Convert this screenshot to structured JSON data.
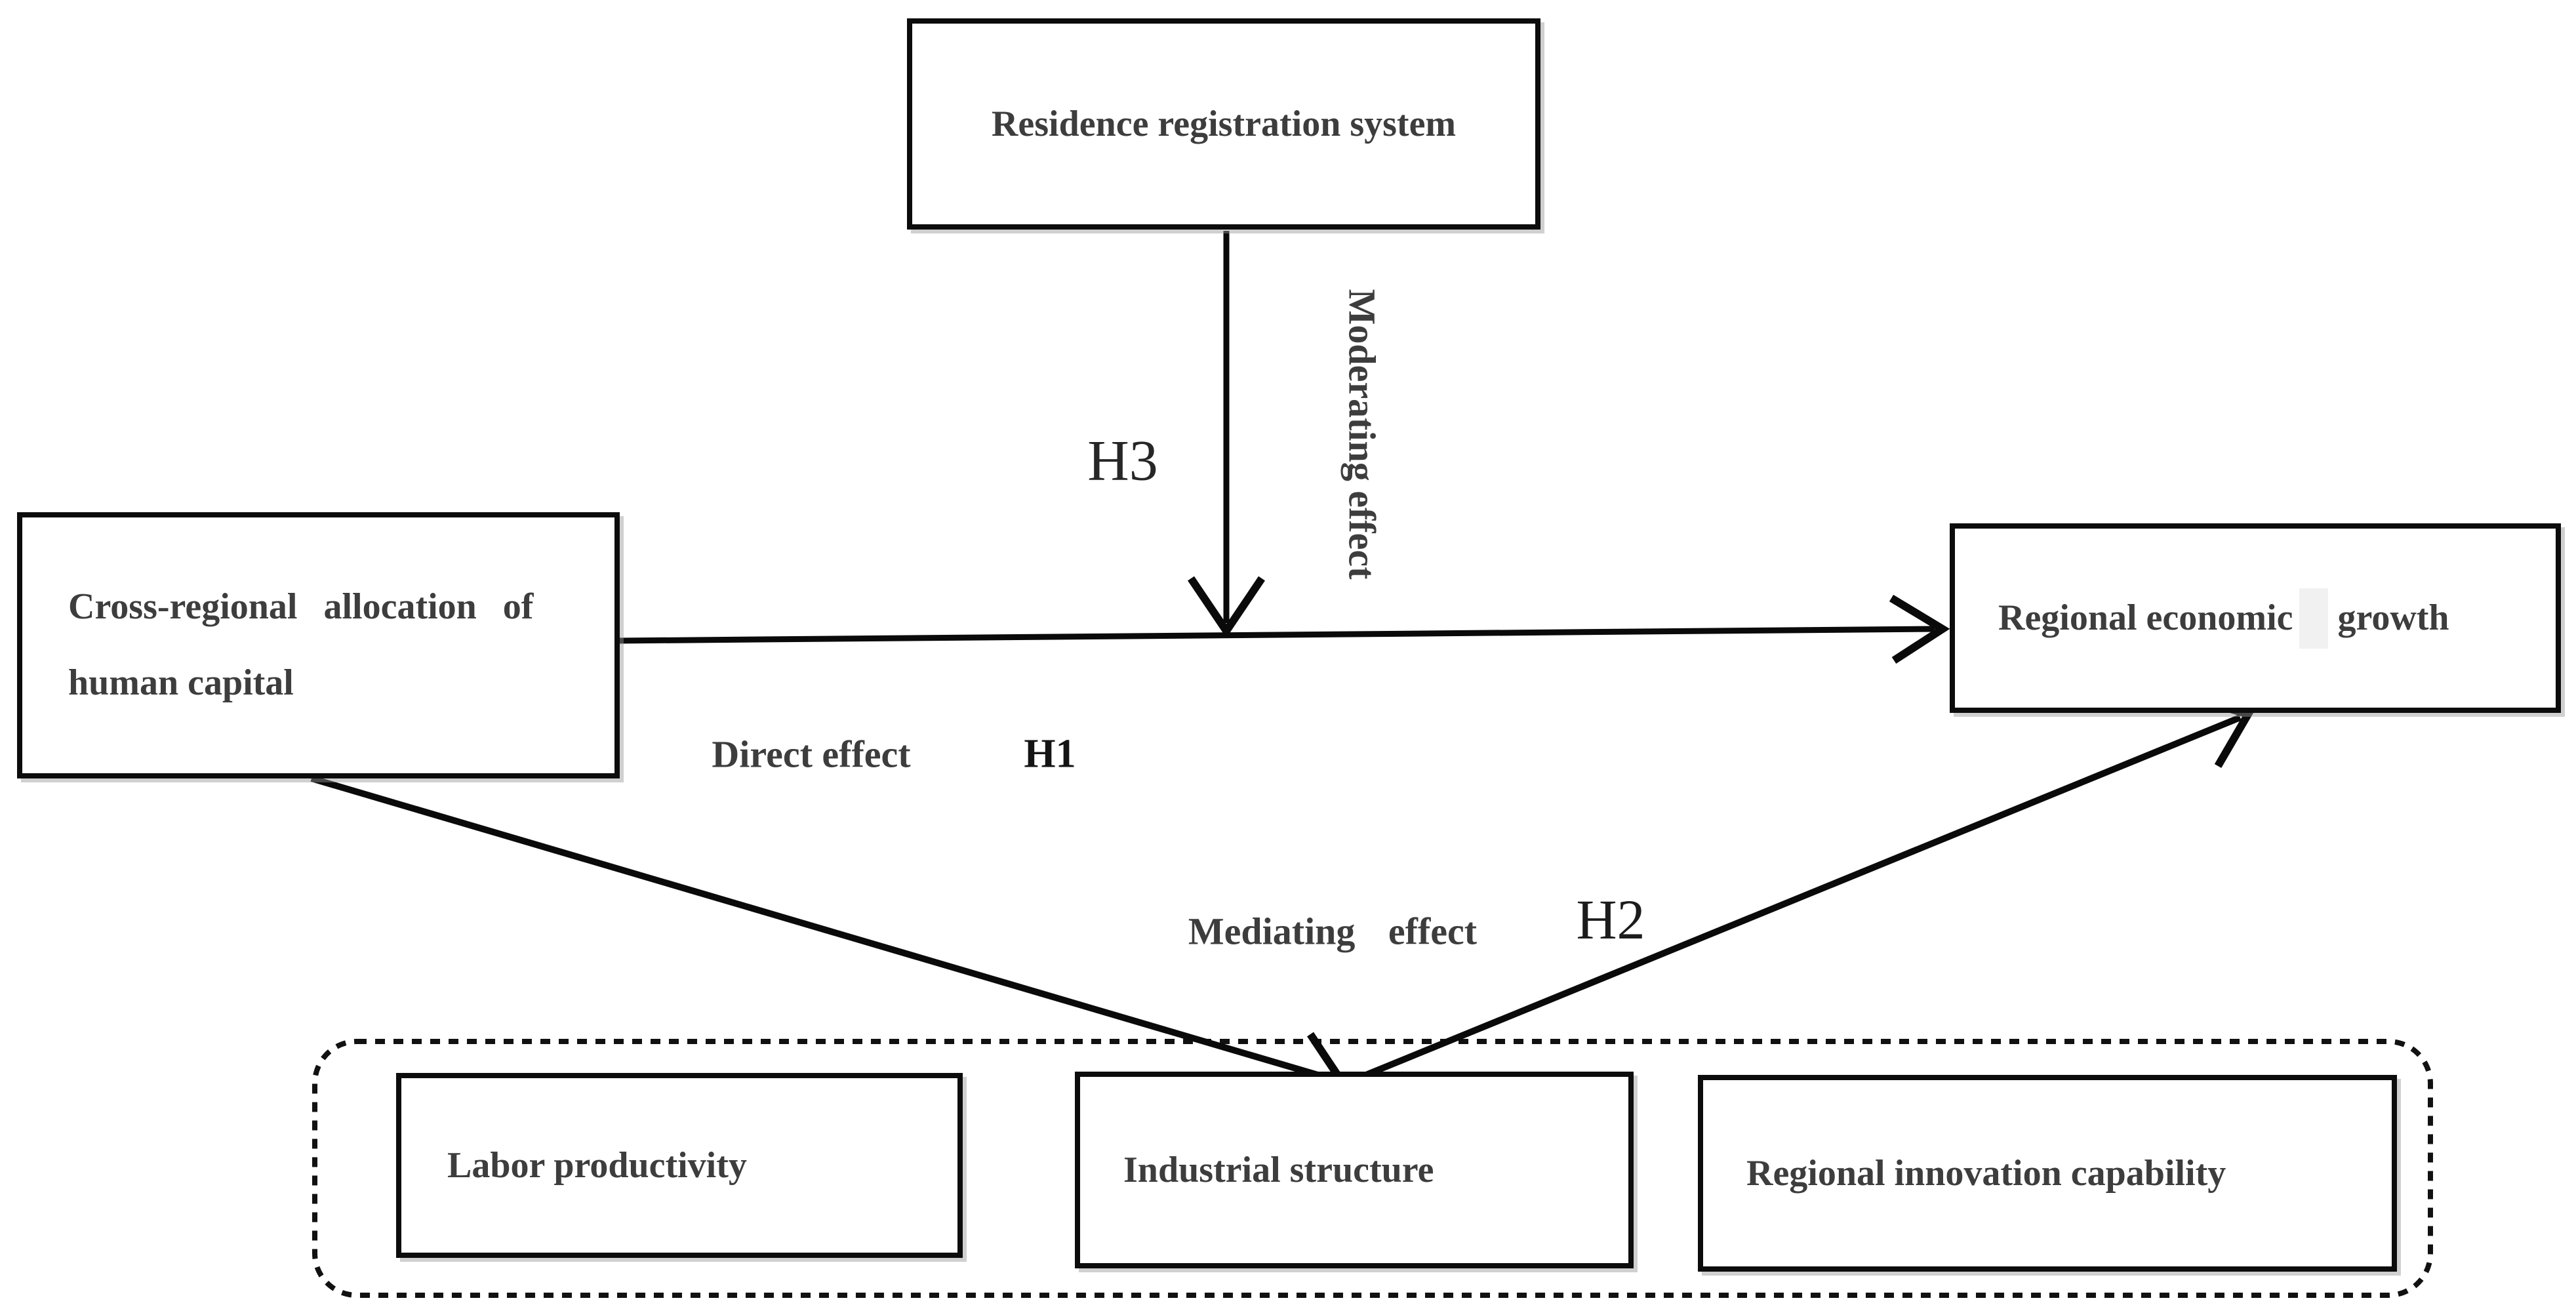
{
  "diagram": {
    "title_none": "",
    "nodes": {
      "moderator": {
        "label": "Residence registration system"
      },
      "independent": {
        "line1": "Cross-regional allocation of",
        "line2": "human capital"
      },
      "dependent": {
        "part1": "Regional economic",
        "part2": "growth"
      },
      "mediators": [
        {
          "label": "Labor productivity"
        },
        {
          "label": "Industrial structure"
        },
        {
          "label": "Regional innovation capability"
        }
      ]
    },
    "edges": {
      "moderating": {
        "label": "Moderating effect",
        "hypothesis": "H3"
      },
      "direct": {
        "label": "Direct effect",
        "hypothesis": "H1"
      },
      "mediating": {
        "label": "Mediating effect",
        "hypothesis": "H2"
      }
    },
    "colors": {
      "background": "#ffffff",
      "line": "#0a0a0a",
      "box_border": "#0c0c0c",
      "label_gray": "#3d3d3d",
      "hypothesis_dark": "#1c1c1c",
      "patch_gray": "#f1f1f1"
    }
  }
}
